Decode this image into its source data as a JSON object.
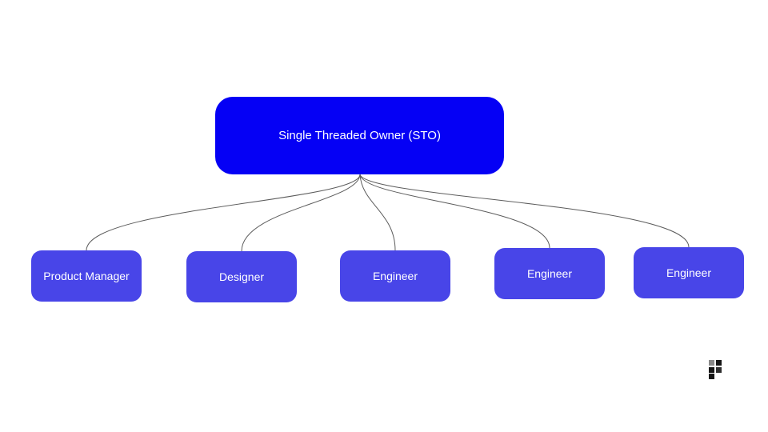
{
  "diagram": {
    "root": {
      "label": "Single Threaded Owner (STO)"
    },
    "children": [
      {
        "label": "Product Manager"
      },
      {
        "label": "Designer"
      },
      {
        "label": "Engineer"
      },
      {
        "label": "Engineer"
      },
      {
        "label": "Engineer"
      }
    ],
    "colors": {
      "root_fill": "#0500f5",
      "child_fill": "#4845e8",
      "text": "#ffffff",
      "connector": "#5c5c5c",
      "background": "#ffffff"
    }
  },
  "watermark": {
    "icon": "pixel-grid-logo"
  }
}
